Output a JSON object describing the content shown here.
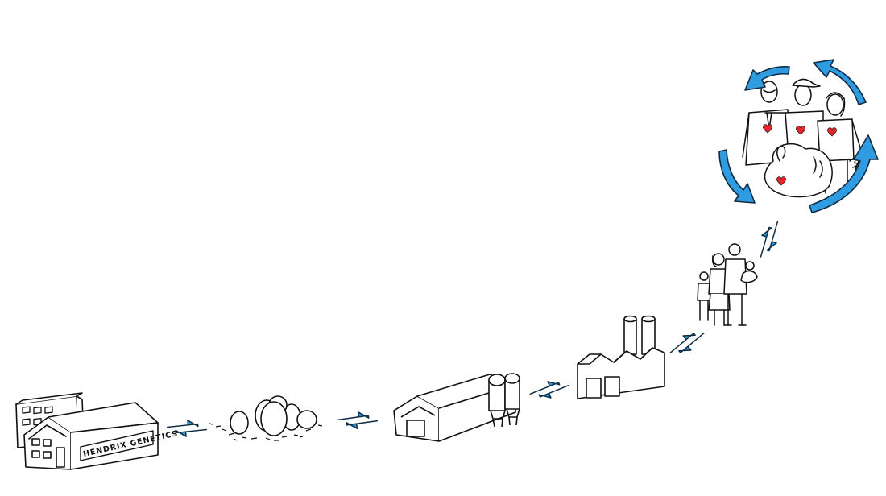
{
  "diagram": {
    "stages": [
      {
        "id": "genetics-company",
        "sign_text": "HENDRIX GENETICS"
      },
      {
        "id": "hatching-eggs"
      },
      {
        "id": "farm-barn"
      },
      {
        "id": "processing-plant"
      },
      {
        "id": "family-consumers"
      },
      {
        "id": "people-with-turkey"
      }
    ],
    "connectors": [
      {
        "from": "genetics-company",
        "to": "hatching-eggs",
        "type": "bidirectional"
      },
      {
        "from": "hatching-eggs",
        "to": "farm-barn",
        "type": "bidirectional"
      },
      {
        "from": "farm-barn",
        "to": "processing-plant",
        "type": "bidirectional"
      },
      {
        "from": "processing-plant",
        "to": "family-consumers",
        "type": "bidirectional"
      },
      {
        "from": "family-consumers",
        "to": "people-with-turkey",
        "type": "bidirectional"
      }
    ],
    "cycle": {
      "around": "people-with-turkey",
      "arrow_count": 4
    }
  },
  "colors": {
    "arrow_fill": "#2f9be0",
    "arrow_stroke": "#0f2c44",
    "heart": "#e3262c",
    "line": "#111111",
    "background": "#ffffff"
  }
}
